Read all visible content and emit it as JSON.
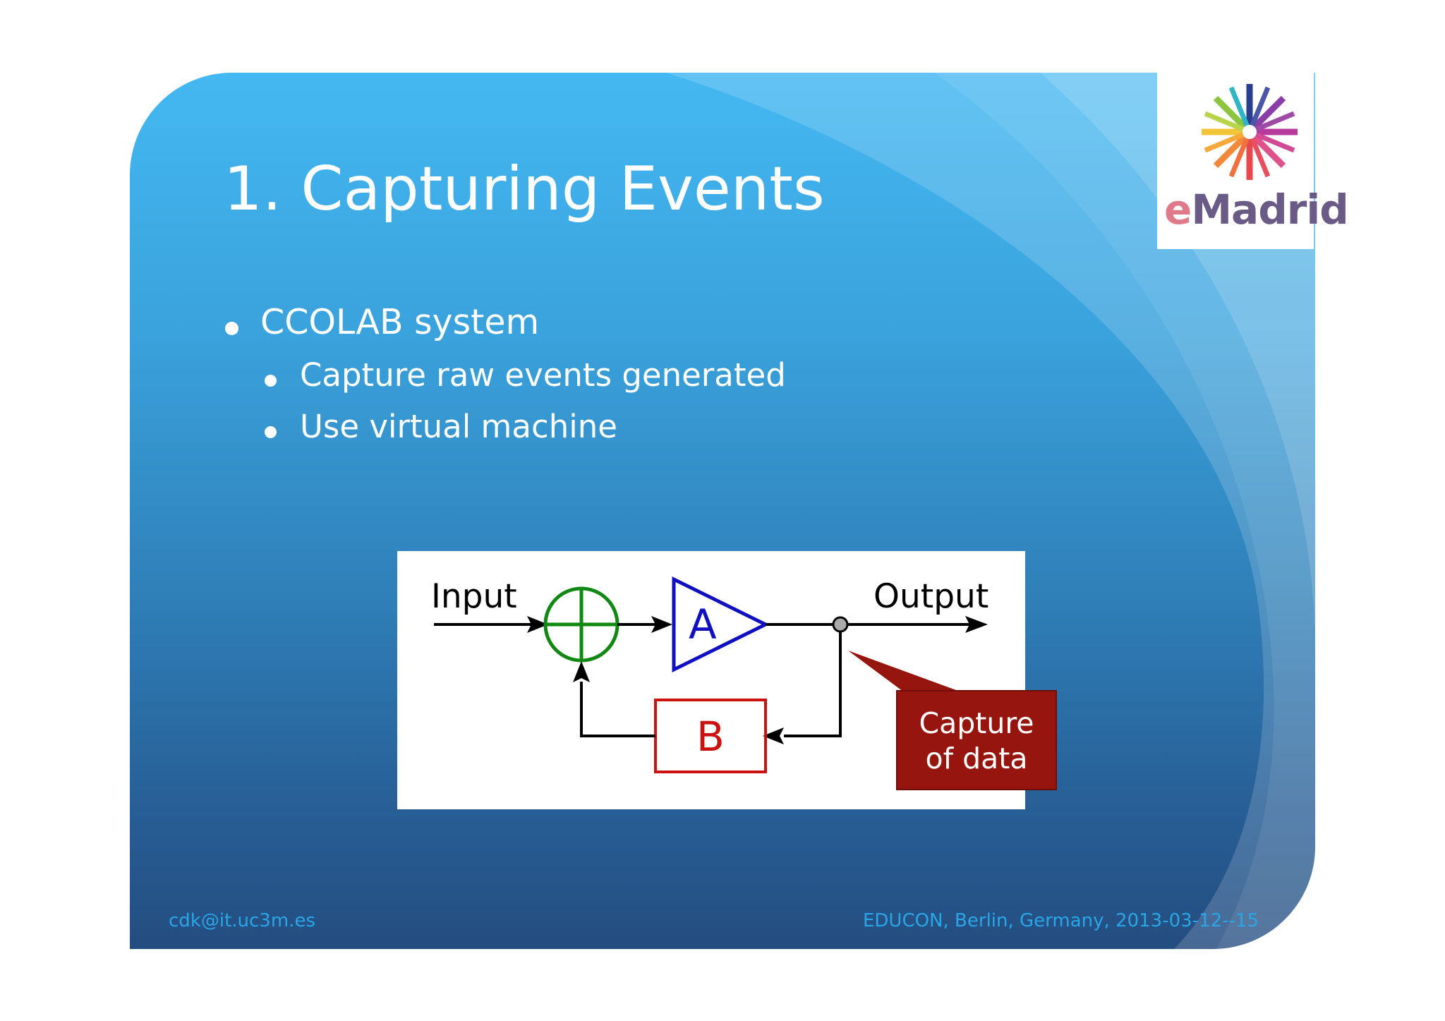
{
  "slide": {
    "title": "1. Capturing Events",
    "bullets": [
      {
        "text": "CCOLAB system",
        "level": 1
      },
      {
        "text": "Capture raw events generated",
        "level": 2
      },
      {
        "text": "Use virtual machine",
        "level": 2
      }
    ],
    "footer_left": "cdk@it.uc3m.es",
    "footer_right": "EDUCON, Berlin, Germany, 2013-03-12--15"
  },
  "logo": {
    "text_e": "e",
    "text_rest": "Madrid"
  },
  "diagram": {
    "input_label": "Input",
    "output_label": "Output",
    "block_a": "A",
    "block_b": "B",
    "callout_line1": "Capture",
    "callout_line2": "of data"
  },
  "colors": {
    "slide_top": "#44b8f2",
    "slide_bottom": "#244d80",
    "footer_text": "#2aa6e6",
    "sum_junction": "#118811",
    "block_a": "#1010c0",
    "block_b": "#cc1111",
    "callout_bg": "#97150f"
  }
}
